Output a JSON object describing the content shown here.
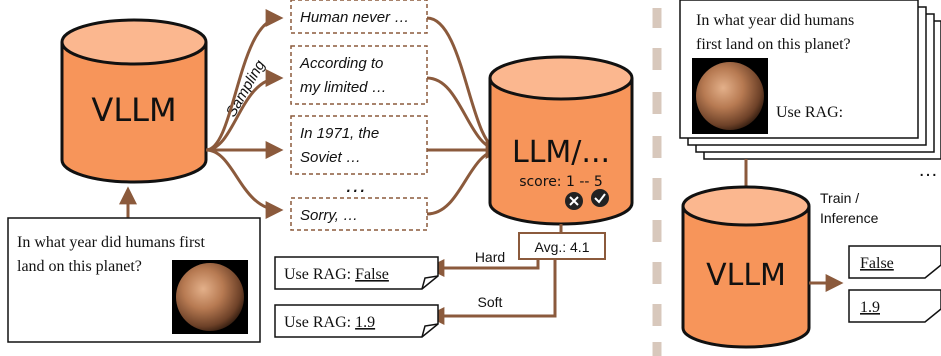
{
  "left": {
    "vllm_label": "VLLM",
    "sampling_label": "Sampling",
    "samples": [
      [
        "Human never …"
      ],
      [
        "According to",
        "my limited …"
      ],
      [
        "In 1971, the",
        "Soviet …"
      ],
      [
        "Sorry, …"
      ]
    ],
    "ellipsis": "…",
    "question": [
      "In what year did humans first",
      "land on this planet?"
    ],
    "judge": {
      "label": "LLM/...",
      "score": "score: 1 -- 5"
    },
    "avg_label": "Avg.: 4.1",
    "hard_label": "Hard",
    "soft_label": "Soft",
    "rag_prefix": "Use RAG: ",
    "rag_hard_value": "False",
    "rag_soft_value": "1.9"
  },
  "right": {
    "question": [
      "In what year did humans",
      "first land on this planet?"
    ],
    "use_rag": "Use RAG:",
    "dots": "…",
    "train_label": [
      "Train /",
      "Inference"
    ],
    "vllm_label": "VLLM",
    "out_hard": "False",
    "out_soft": "1.9"
  },
  "colors": {
    "cylinder_fill": "#f7955a",
    "cylinder_top": "#fbb78f",
    "brown": "#8b5a3c",
    "divider": "#d8c8bc"
  }
}
